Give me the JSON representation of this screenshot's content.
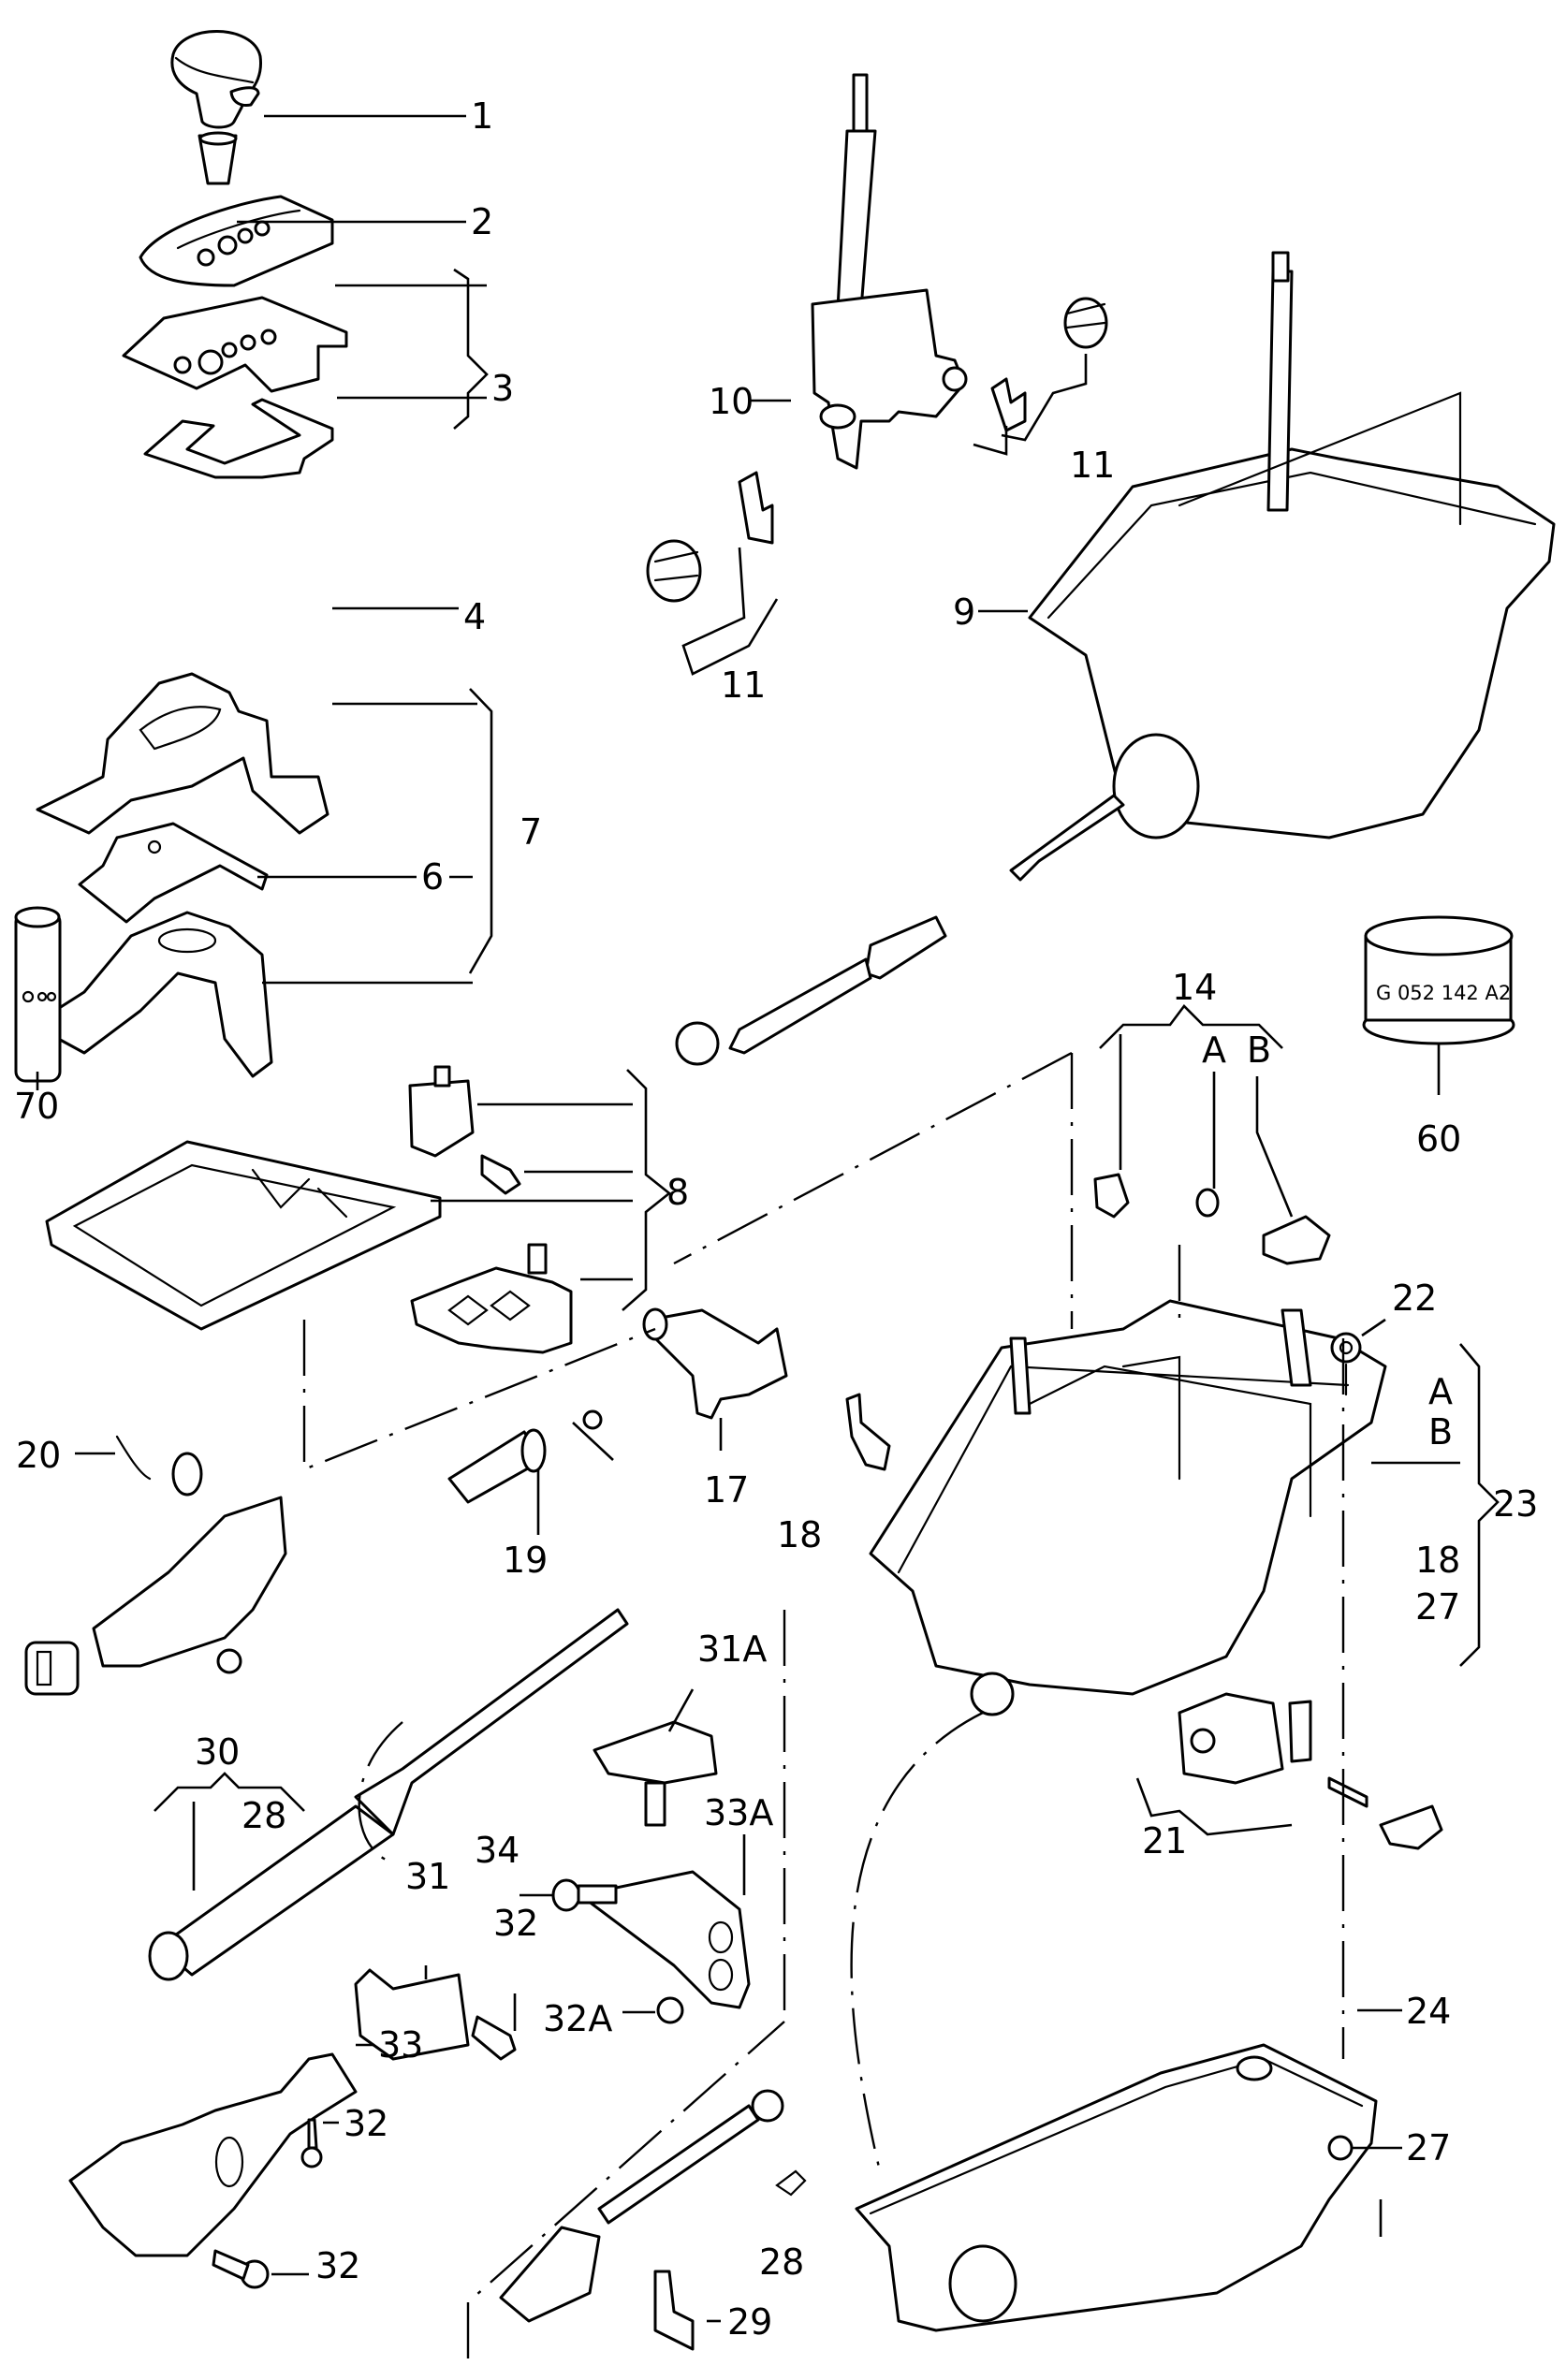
{
  "diagram": {
    "title": "Selector mechanism / gear shift exploded parts diagram",
    "container_marking": "G 052 142 A2",
    "callouts": [
      {
        "id": "c1",
        "label": "1"
      },
      {
        "id": "c2",
        "label": "2"
      },
      {
        "id": "c3",
        "label": "3"
      },
      {
        "id": "c4",
        "label": "4"
      },
      {
        "id": "c6",
        "label": "6"
      },
      {
        "id": "c7",
        "label": "7"
      },
      {
        "id": "c70",
        "label": "70"
      },
      {
        "id": "c8",
        "label": "8"
      },
      {
        "id": "c9",
        "label": "9"
      },
      {
        "id": "c10",
        "label": "10"
      },
      {
        "id": "c11a",
        "label": "11"
      },
      {
        "id": "c11b",
        "label": "11"
      },
      {
        "id": "c60",
        "label": "60"
      },
      {
        "id": "c14",
        "label": "14"
      },
      {
        "id": "c14A",
        "label": "A"
      },
      {
        "id": "c14B",
        "label": "B"
      },
      {
        "id": "c22",
        "label": "22"
      },
      {
        "id": "c23",
        "label": "23"
      },
      {
        "id": "c23A",
        "label": "A"
      },
      {
        "id": "c23B",
        "label": "B"
      },
      {
        "id": "c23_18",
        "label": "18"
      },
      {
        "id": "c23_27",
        "label": "27"
      },
      {
        "id": "c17",
        "label": "17"
      },
      {
        "id": "c18",
        "label": "18"
      },
      {
        "id": "c19",
        "label": "19"
      },
      {
        "id": "c20",
        "label": "20"
      },
      {
        "id": "c21",
        "label": "21"
      },
      {
        "id": "c24",
        "label": "24"
      },
      {
        "id": "c27",
        "label": "27"
      },
      {
        "id": "c30",
        "label": "30"
      },
      {
        "id": "c30_28",
        "label": "28"
      },
      {
        "id": "c31A",
        "label": "31A"
      },
      {
        "id": "c33A",
        "label": "33A"
      },
      {
        "id": "c34",
        "label": "34"
      },
      {
        "id": "c31",
        "label": "31"
      },
      {
        "id": "c32a",
        "label": "32"
      },
      {
        "id": "c32A",
        "label": "32A"
      },
      {
        "id": "c33",
        "label": "33"
      },
      {
        "id": "c32b",
        "label": "32"
      },
      {
        "id": "c32c",
        "label": "32"
      },
      {
        "id": "c28",
        "label": "28"
      },
      {
        "id": "c29",
        "label": "29"
      }
    ]
  }
}
